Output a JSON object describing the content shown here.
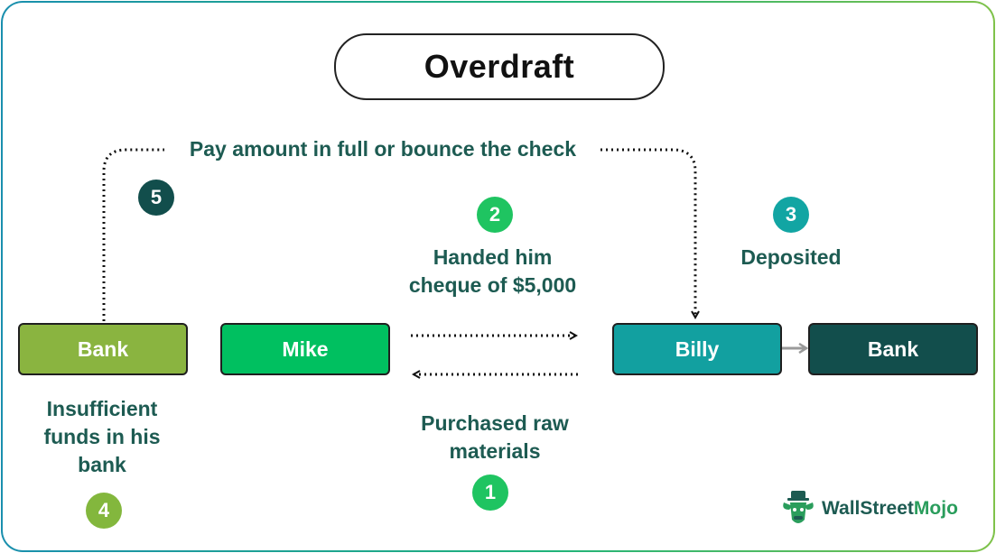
{
  "title": "Overdraft",
  "nodes": {
    "bank_left": "Bank",
    "mike": "Mike",
    "billy": "Billy",
    "bank_right": "Bank"
  },
  "labels": {
    "pay_full": "Pay amount in full or bounce the check",
    "handed_line1": "Handed him",
    "handed_line2": "cheque of $5,000",
    "deposited": "Deposited",
    "insufficient_line1": "Insufficient",
    "insufficient_line2": "funds in his",
    "insufficient_line3": "bank",
    "purchased_line1": "Purchased raw",
    "purchased_line2": "materials"
  },
  "badges": {
    "b1": "1",
    "b2": "2",
    "b3": "3",
    "b4": "4",
    "b5": "5"
  },
  "logo": {
    "part1": "WallStreet",
    "part2": "Mojo"
  },
  "colors": {
    "bank_left": "#8ab440",
    "mike": "#00c060",
    "billy": "#12a0a0",
    "bank_right": "#124e4c",
    "label_text": "#1d5b52",
    "badge_green": "#1fc461",
    "badge_teal": "#12a5a3",
    "badge_olive": "#83b73d",
    "badge_dark": "#124e4c"
  }
}
